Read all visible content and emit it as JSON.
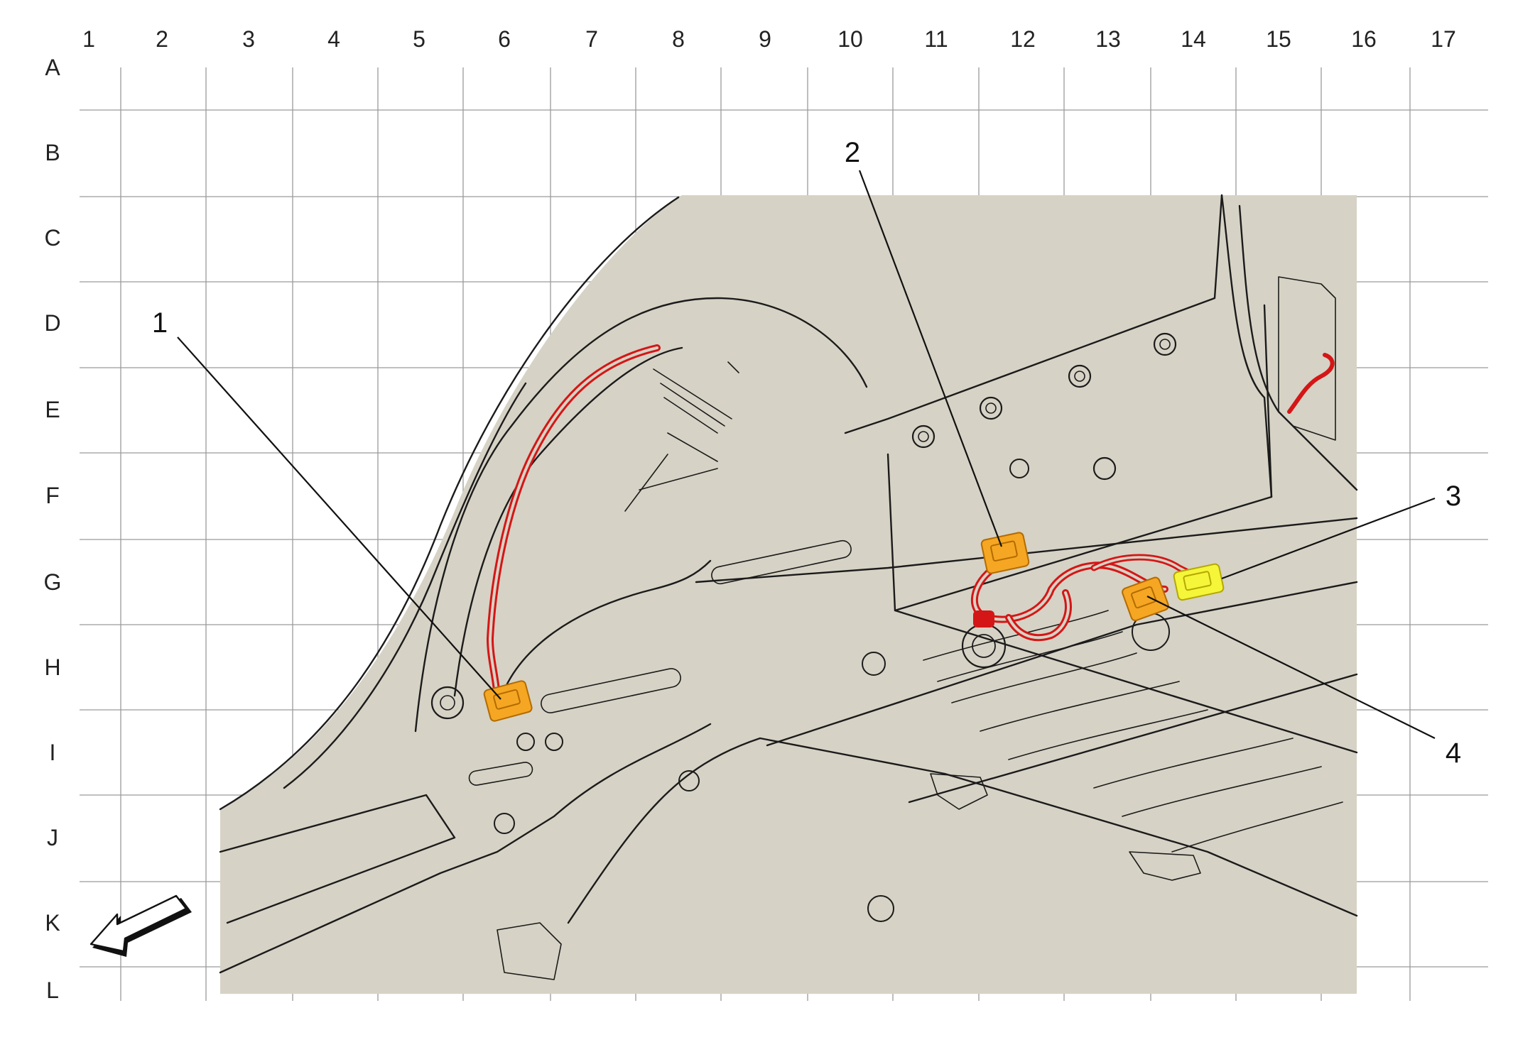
{
  "grid": {
    "columns": [
      "1",
      "2",
      "3",
      "4",
      "5",
      "6",
      "7",
      "8",
      "9",
      "10",
      "11",
      "12",
      "13",
      "14",
      "15",
      "16",
      "17"
    ],
    "rows": [
      "A",
      "B",
      "C",
      "D",
      "E",
      "F",
      "G",
      "H",
      "I",
      "J",
      "K",
      "L"
    ]
  },
  "callouts": [
    {
      "label": "1",
      "color": "#f5a623"
    },
    {
      "label": "2",
      "color": "#f5a623"
    },
    {
      "label": "3",
      "color": "#f5f53a"
    },
    {
      "label": "4",
      "color": "#f5a623"
    }
  ],
  "colors": {
    "panel_fill": "#d6d2c5",
    "harness_red": "#d41616",
    "connector_orange": "#f5a623",
    "connector_yellow": "#f5f53a",
    "line": "#1b1b1b"
  },
  "icons": {
    "direction_arrow": "forward-arrow-icon"
  }
}
